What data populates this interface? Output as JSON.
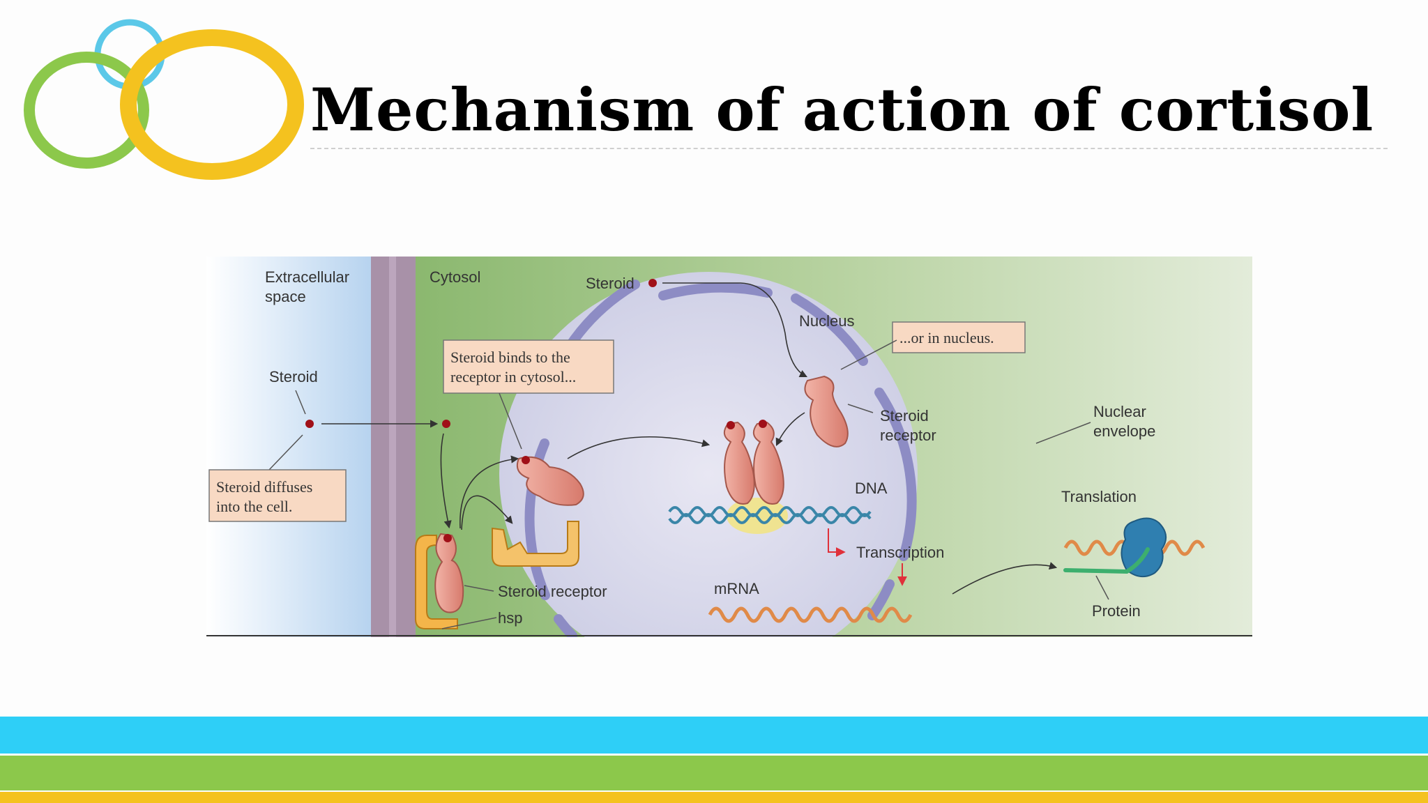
{
  "slide": {
    "title": "Mechanism of action of cortisol"
  },
  "diagram": {
    "regions": {
      "extracellular": "Extracellular\nspace",
      "cytosol": "Cytosol",
      "nucleus": "Nucleus",
      "nuclear_envelope": "Nuclear\nenvelope"
    },
    "labels": {
      "steroid_outside": "Steroid",
      "steroid_top": "Steroid",
      "steroid_receptor_nucleus": "Steroid\nreceptor",
      "dna": "DNA",
      "transcription": "Transcription",
      "mrna": "mRNA",
      "translation": "Translation",
      "protein": "Protein",
      "steroid_receptor_cytosol": "Steroid receptor",
      "hsp": "hsp"
    },
    "callouts": {
      "diffuses": "Steroid diffuses\ninto the cell.",
      "binds_cytosol": "Steroid binds to the\nreceptor in cytosol...",
      "in_nucleus": "...or in nucleus."
    }
  },
  "colors": {
    "band_blue": "#2ecff7",
    "band_green": "#8cc84b",
    "band_yellow": "#f4c21f",
    "logo_blue": "#5bc8e8",
    "logo_green": "#8cc84b",
    "logo_yellow": "#f4c21f"
  }
}
